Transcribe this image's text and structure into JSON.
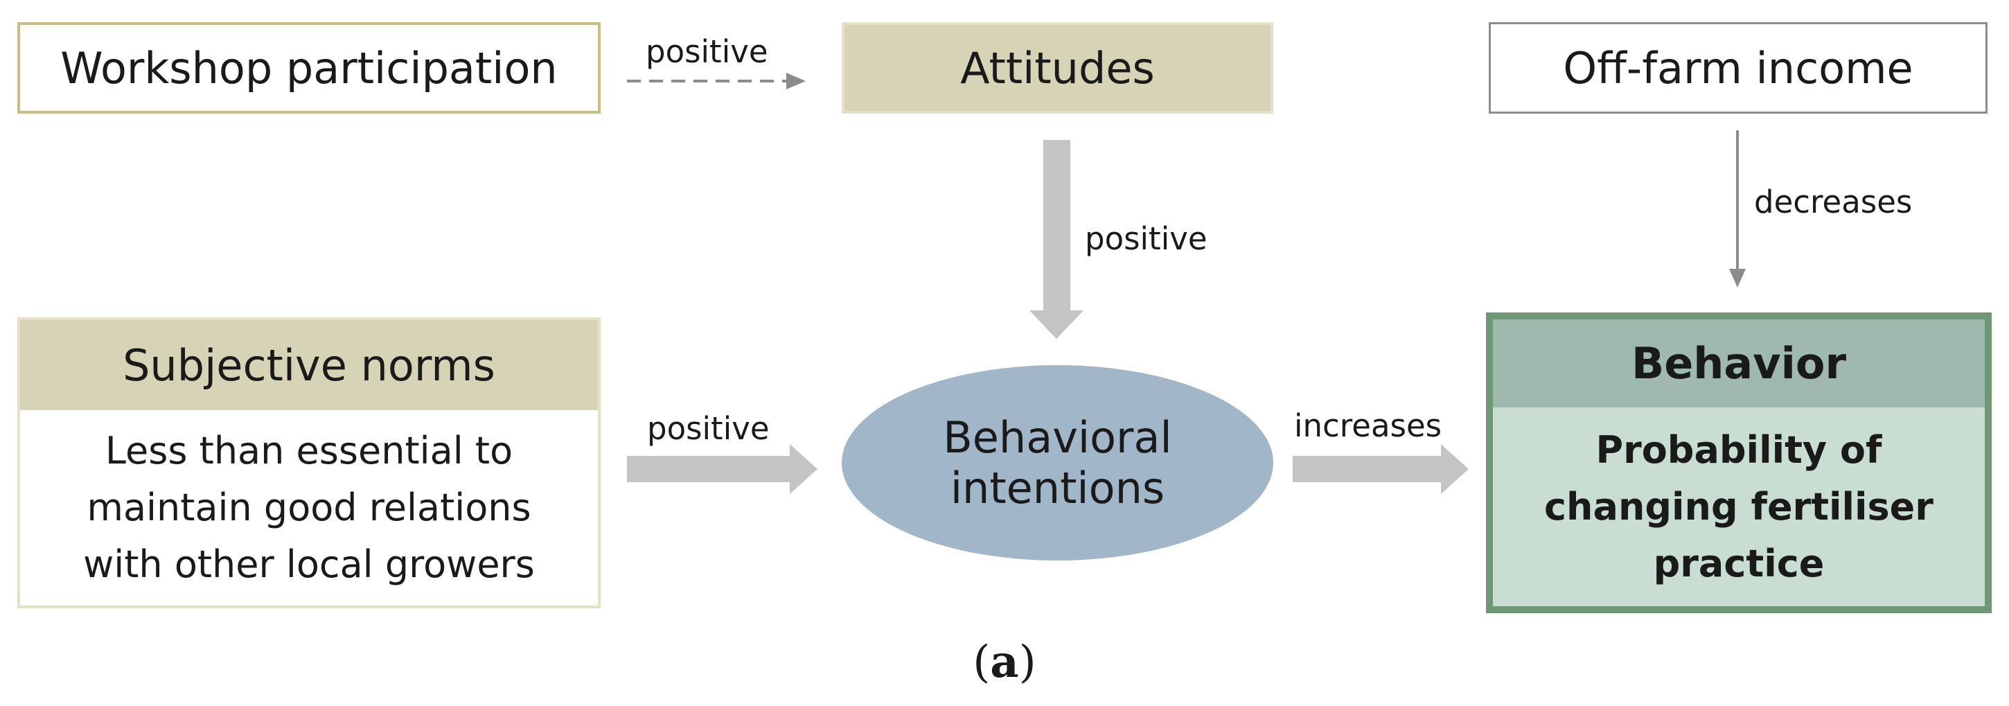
{
  "nodes": {
    "workshop": "Workshop participation",
    "attitudes": "Attitudes",
    "offfarm": "Off-farm income",
    "norms": {
      "title": "Subjective norms",
      "lines": [
        "Less than essential to",
        "maintain good relations",
        "with other local growers"
      ]
    },
    "intentions": {
      "lines": [
        "Behavioral",
        "intentions"
      ]
    },
    "behavior": {
      "title": "Behavior",
      "lines": [
        "Probability of",
        "changing fertiliser",
        "practice"
      ]
    }
  },
  "edges": {
    "workshop_to_attitudes": "positive",
    "attitudes_to_intentions": "positive",
    "norms_to_intentions": "positive",
    "intentions_to_behavior": "increases",
    "offfarm_to_behavior": "decreases"
  },
  "caption": {
    "open": "(",
    "letter": "a",
    "close": ")"
  },
  "colors": {
    "tan_fill": "#d6d3b7",
    "ellipse_fill": "#a1b6c8",
    "behavior_border": "#6f9876",
    "behavior_header": "#9fb9ae",
    "behavior_body": "#c9ddd3",
    "arrow_gray": "#c4c4c4"
  }
}
